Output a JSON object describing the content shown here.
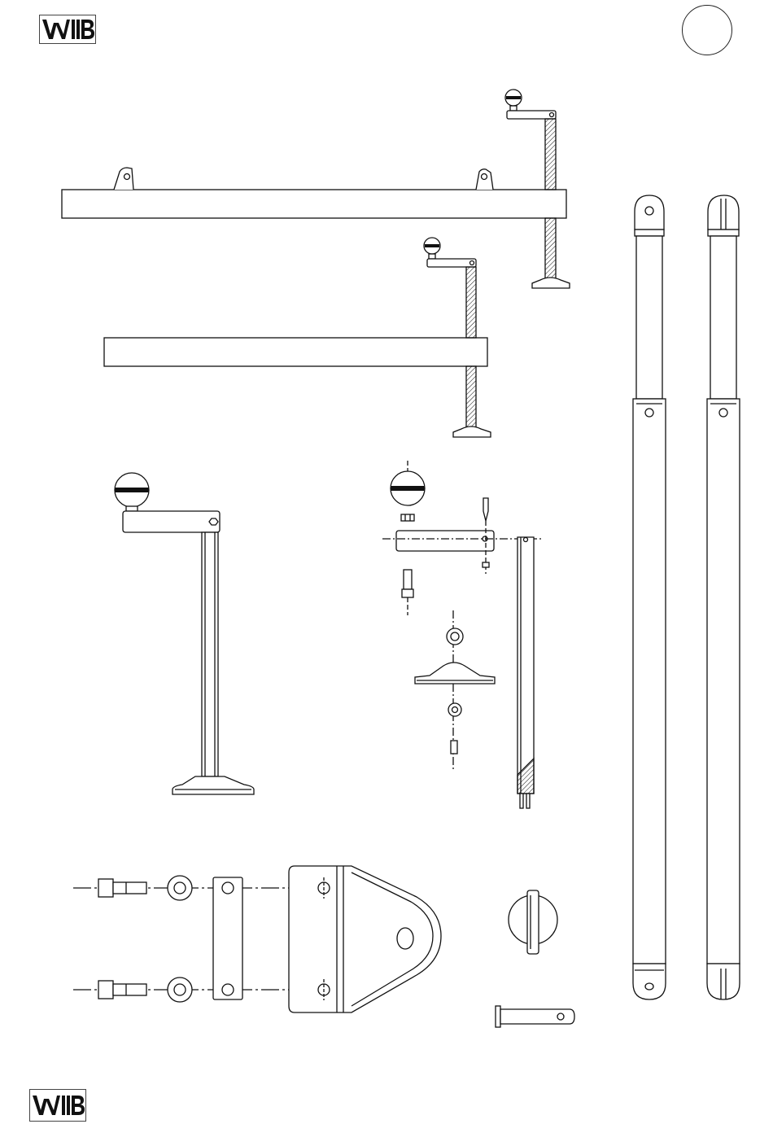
{
  "brand": {
    "logo_text": "WMB",
    "logo_icon": "wmb-logo-icon"
  },
  "page_marker": {
    "number": ""
  },
  "colors": {
    "line": "#111111",
    "paper": "#ffffff"
  },
  "drawing": {
    "parts": [
      "long-frame-beam-with-crank-leg",
      "short-frame-beam-with-crank-leg",
      "crank-leg-assembly",
      "crank-leg-exploded-view",
      "bracket-bolt-washer-plate-exploded-view",
      "linch-pin",
      "clevis-pin",
      "telescopic-post-round-end",
      "telescopic-post-slotted-end"
    ]
  }
}
